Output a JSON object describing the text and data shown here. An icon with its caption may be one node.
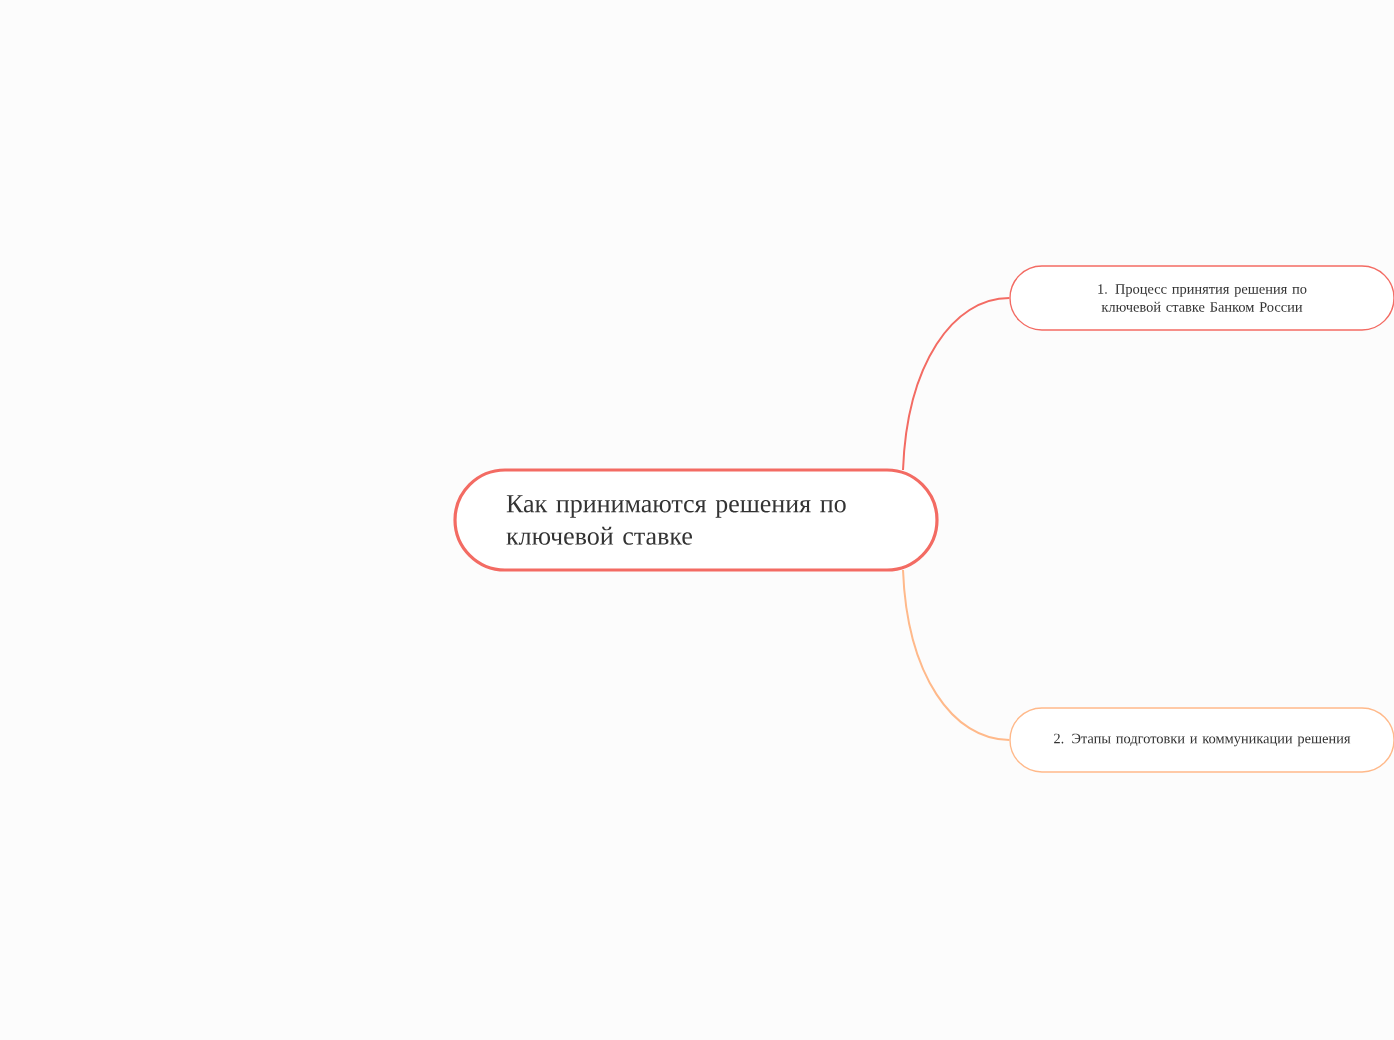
{
  "diagram": {
    "nodes": [
      {
        "text": [
          "Как принимаются решения по ключевой ставке"
        ]
      },
      {
        "text": [
          "1. Процесс принятия решения по ключевой ставке Банком России"
        ]
      },
      {
        "text": [
          "2. Этапы подготовки и коммуникации решения"
        ]
      }
    ],
    "edges": [
      {
        "from": 0,
        "to": 1,
        "arrow": "none",
        "color": "#f36b63"
      },
      {
        "from": 0,
        "to": 2,
        "arrow": "none",
        "color": "#ffb98a"
      }
    ]
  }
}
